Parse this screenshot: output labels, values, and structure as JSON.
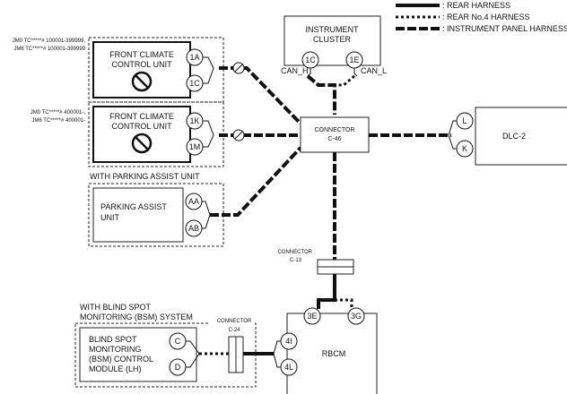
{
  "legend": {
    "rear": ": REAR HARNESS",
    "rear_no4": ": REAR No.4 HARNESS",
    "ip": ": INSTRUMENT PANEL HARNESS"
  },
  "instrument_cluster": {
    "line1": "INSTRUMENT",
    "line2": "CLUSTER",
    "pin_1c": "1C",
    "pin_1e": "1E",
    "can_h": "CAN_H",
    "can_l": "CAN_L"
  },
  "fccu_a": {
    "vin1": "JM0 TC*****# 100001-399999,",
    "vin2": "JM6 TC*****# 100001-399999",
    "line1": "FRONT CLIMATE",
    "line2": "CONTROL UNIT",
    "pin_1a": "1A",
    "pin_1c": "1C"
  },
  "fccu_b": {
    "vin1": "JM0 TC*****# 400001-,",
    "vin2": "JM6 TC*****# 400001-",
    "line1": "FRONT CLIMATE",
    "line2": "CONTROL UNIT",
    "pin_1k": "1K",
    "pin_1m": "1M"
  },
  "pau": {
    "header": "WITH PARKING ASSIST UNIT",
    "line1": "PARKING ASSIST",
    "line2": "UNIT",
    "pin_aa": "AA",
    "pin_ab": "AB"
  },
  "c46": {
    "line1": "CONNECTOR",
    "line2": "C-46"
  },
  "dlc": {
    "name": "DLC-2",
    "pin_l": "L",
    "pin_k": "K"
  },
  "c13": {
    "line1": "CONNECTOR",
    "line2": "C-13"
  },
  "rbcm": {
    "name": "RBCM",
    "pin_3e": "3E",
    "pin_3g": "3G",
    "pin_4i": "4I",
    "pin_4l": "4L"
  },
  "bsm": {
    "header1": "WITH BLIND SPOT",
    "header2": "MONITORING (BSM) SYSTEM",
    "line1": "BLIND SPOT",
    "line2": "MONITORING",
    "line3": "(BSM) CONTROL",
    "line4": "MODULE (LH)",
    "pin_c": "C",
    "pin_d": "D"
  },
  "c24": {
    "line1": "CONNECTOR",
    "line2": "C-24"
  }
}
